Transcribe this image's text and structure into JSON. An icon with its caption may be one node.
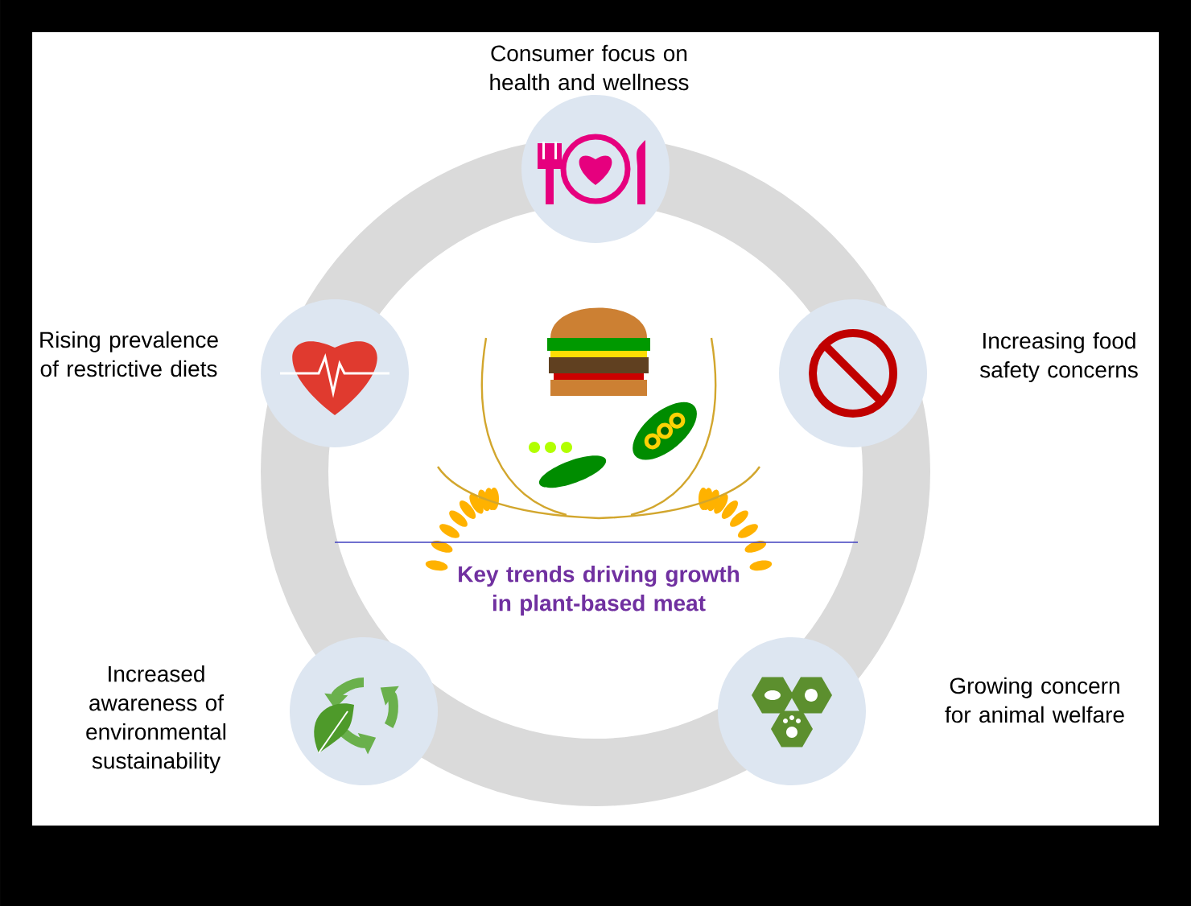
{
  "diagram": {
    "nodes": [
      {
        "text": [
          "Consumer focus on health and wellness"
        ]
      },
      {
        "text": [
          "Increasing food safety concerns"
        ]
      },
      {
        "text": [
          "Growing concern for animal welfare"
        ]
      },
      {
        "text": [
          "Increased awareness of environmental sustainability"
        ]
      },
      {
        "text": [
          "Rising prevalence of restrictive diets"
        ]
      }
    ],
    "labels": [
      "Key trends driving growth in plant-based meat"
    ]
  }
}
